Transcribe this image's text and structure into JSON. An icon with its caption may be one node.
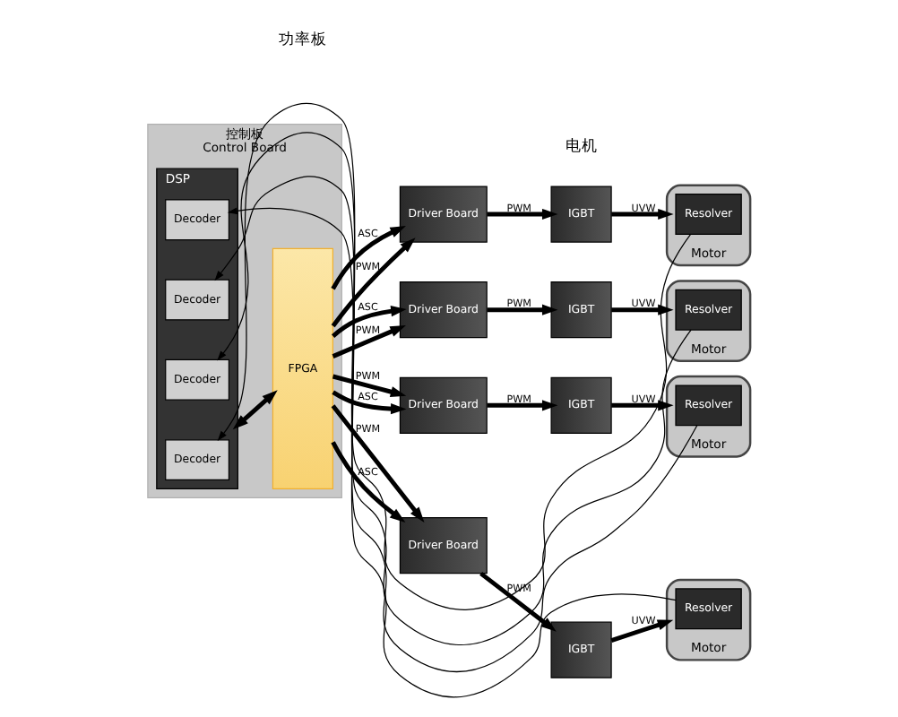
{
  "diagram": {
    "nodes": [
      {
        "text": [
          "控制板",
          "Control Board"
        ]
      },
      {
        "text": [
          "DSP"
        ],
        "in": 0
      },
      {
        "text": [
          "Decoder"
        ],
        "in": 1
      },
      {
        "text": [
          "Decoder"
        ],
        "in": 1
      },
      {
        "text": [
          "Decoder"
        ],
        "in": 1
      },
      {
        "text": [
          "Decoder"
        ],
        "in": 1
      },
      {
        "text": [
          "FPGA"
        ],
        "in": 0
      },
      {
        "text": [
          "Driver Board"
        ]
      },
      {
        "text": [
          "IGBT"
        ]
      },
      {
        "text": [
          "Motor"
        ]
      },
      {
        "text": [
          "Resolver"
        ],
        "in": 9
      },
      {
        "text": [
          "Driver Board"
        ]
      },
      {
        "text": [
          "IGBT"
        ]
      },
      {
        "text": [
          "Motor"
        ]
      },
      {
        "text": [
          "Resolver"
        ],
        "in": 13
      },
      {
        "text": [
          "Driver Board"
        ]
      },
      {
        "text": [
          "IGBT"
        ]
      },
      {
        "text": [
          "Motor"
        ]
      },
      {
        "text": [
          "Resolver"
        ],
        "in": 17
      },
      {
        "text": [
          "Driver Board"
        ]
      },
      {
        "text": [
          "IGBT"
        ]
      },
      {
        "text": [
          "Motor"
        ]
      },
      {
        "text": [
          "Resolver"
        ],
        "in": 21
      }
    ],
    "edges": [
      {
        "from": 10,
        "to": 2,
        "arrow": "to"
      },
      {
        "from": 6,
        "to": 7,
        "arrow": "to",
        "label": "PWM"
      },
      {
        "from": 6,
        "to": 7,
        "arrow": "to",
        "label": "ASC"
      },
      {
        "from": 7,
        "to": 8,
        "arrow": "to",
        "label": "PWM"
      },
      {
        "from": 8,
        "to": 9,
        "arrow": "to",
        "label": "UVW"
      },
      {
        "from": 14,
        "to": 3,
        "arrow": "to"
      },
      {
        "from": 1,
        "to": 6,
        "arrow": "both"
      },
      {
        "from": 6,
        "to": 11,
        "arrow": "to",
        "label": "PWM"
      },
      {
        "from": 6,
        "to": 11,
        "arrow": "to",
        "label": "ASC"
      },
      {
        "from": 11,
        "to": 12,
        "arrow": "to",
        "label": "PWM"
      },
      {
        "from": 12,
        "to": 13,
        "arrow": "to",
        "label": "UVW"
      },
      {
        "from": 18,
        "to": 4,
        "arrow": "to"
      },
      {
        "from": 6,
        "to": 15,
        "arrow": "to",
        "label": "PWM"
      },
      {
        "from": 6,
        "to": 15,
        "arrow": "to",
        "label": "ASC"
      },
      {
        "from": 15,
        "to": 16,
        "arrow": "to",
        "label": "PWM"
      },
      {
        "from": 16,
        "to": 17,
        "arrow": "to",
        "label": "UVW"
      },
      {
        "from": 22,
        "to": 5,
        "arrow": "to"
      },
      {
        "from": 6,
        "to": 19,
        "arrow": "to",
        "label": "PWM"
      },
      {
        "from": 6,
        "to": 19,
        "arrow": "to",
        "label": "ASC"
      },
      {
        "from": 19,
        "to": 20,
        "arrow": "to",
        "label": "PWM"
      },
      {
        "from": 20,
        "to": 21,
        "arrow": "to",
        "label": "UVW"
      }
    ],
    "labels": [
      "功率板",
      "电机"
    ]
  }
}
